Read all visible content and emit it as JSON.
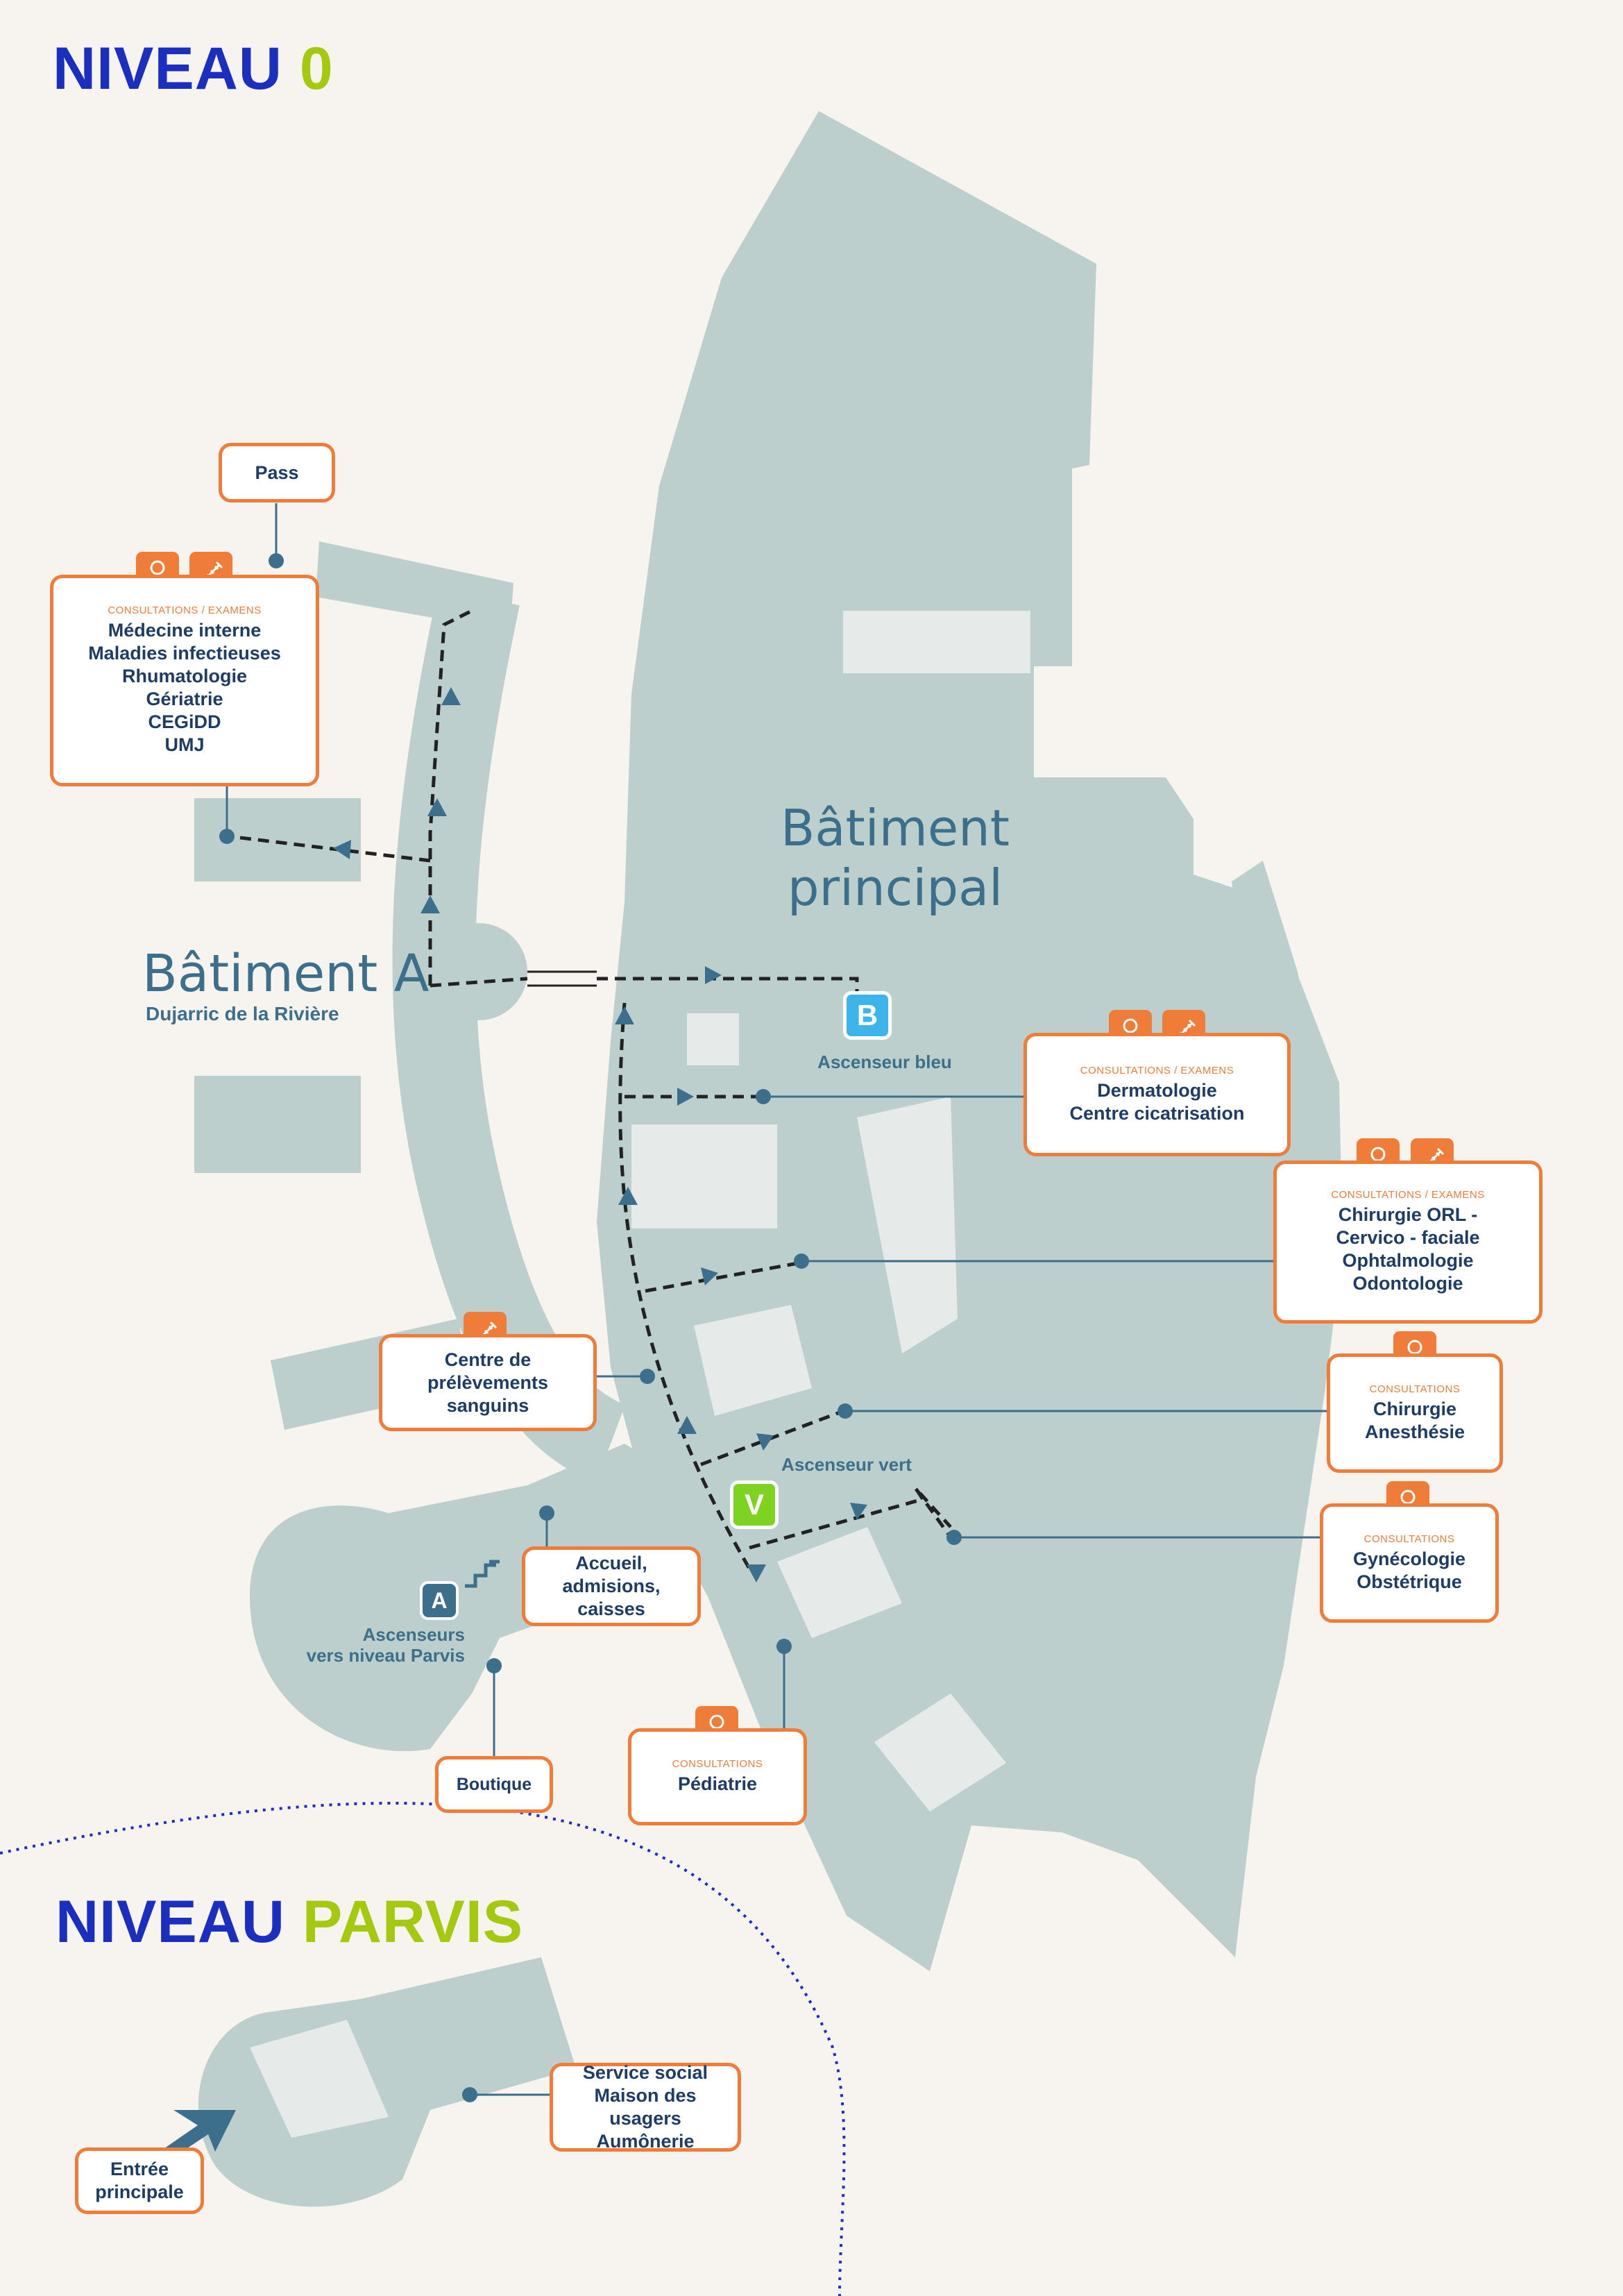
{
  "titles": {
    "niveau0": {
      "word": "NIVEAU",
      "accent": "0"
    },
    "parvis": {
      "word": "NIVEAU",
      "accent": "PARVIS"
    }
  },
  "buildings": {
    "principal": {
      "line1": "Bâtiment",
      "line2": "principal"
    },
    "a": {
      "name": "Bâtiment A",
      "subtitle": "Dujarric de la Rivière"
    }
  },
  "category": {
    "consult_exam": "CONSULTATIONS / EXAMENS",
    "consult": "CONSULTATIONS"
  },
  "boxes": {
    "pass": {
      "lines": [
        "Pass"
      ]
    },
    "medecine": {
      "lines": [
        "Médecine interne",
        "Maladies infectieuses",
        "Rhumatologie",
        "Gériatrie",
        "CEGiDD",
        "UMJ"
      ]
    },
    "dermato": {
      "lines": [
        "Dermatologie",
        "Centre cicatrisation"
      ]
    },
    "orl": {
      "lines": [
        "Chirurgie ORL -",
        "Cervico - faciale",
        "Ophtalmologie",
        "Odontologie"
      ]
    },
    "prelevements": {
      "lines": [
        "Centre de",
        "prélèvements sanguins"
      ]
    },
    "chirurgie": {
      "lines": [
        "Chirurgie",
        "Anesthésie"
      ]
    },
    "gyneco": {
      "lines": [
        "Gynécologie",
        "Obstétrique"
      ]
    },
    "accueil": {
      "lines": [
        "Accueil,",
        "admisions, caisses"
      ]
    },
    "pediatrie": {
      "lines": [
        "Pédiatrie"
      ]
    },
    "boutique": {
      "lines": [
        "Boutique"
      ]
    },
    "service_social": {
      "lines": [
        "Service social",
        "Maison des usagers",
        "Aumônerie"
      ]
    },
    "entree": {
      "lines": [
        "Entrée",
        "principale"
      ]
    }
  },
  "elevators": {
    "bleu": {
      "letter": "B",
      "label": "Ascenseur bleu",
      "color": "#3db4ea"
    },
    "vert": {
      "letter": "V",
      "label": "Ascenseur vert",
      "color": "#7ed321"
    },
    "a": {
      "letter": "A",
      "label1": "Ascenseurs",
      "label2": "vers niveau Parvis",
      "color": "#3b6f8c"
    }
  },
  "colors": {
    "building_fill": "#bdcfcc",
    "room_fill": "#e6ebea",
    "route": "#222222",
    "connector": "#3b6f8c",
    "accent": "#f07c3a",
    "title_blue": "#1a2fbf",
    "title_green": "#a5c90f"
  },
  "icons": {
    "doctor": "doctor-icon",
    "syringe": "syringe-icon",
    "stairs": "stairs-icon",
    "entrance_arrow": "entrance-arrow-icon"
  }
}
